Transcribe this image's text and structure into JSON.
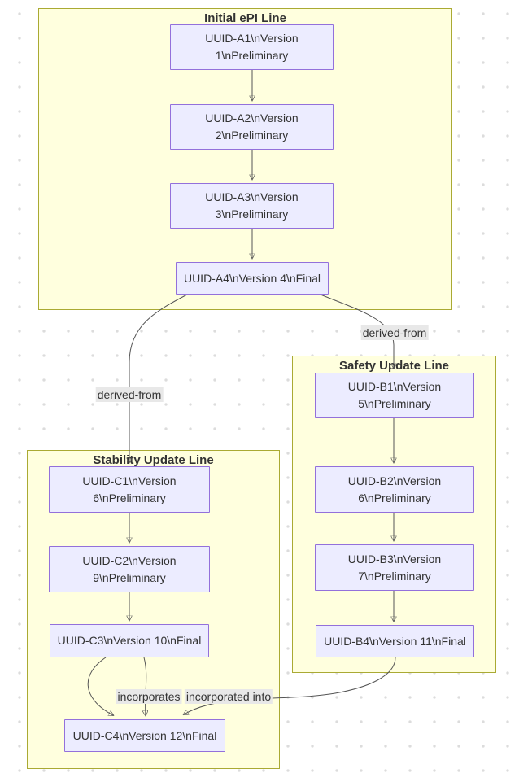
{
  "diagram": {
    "type": "flowchart",
    "clusters": {
      "initial": {
        "title": "Initial ePI Line"
      },
      "safety": {
        "title": "Safety Update Line"
      },
      "stability": {
        "title": "Stability Update Line"
      }
    },
    "nodes": {
      "a1": {
        "label": "UUID-A1\\nVersion 1\\nPreliminary"
      },
      "a2": {
        "label": "UUID-A2\\nVersion 2\\nPreliminary"
      },
      "a3": {
        "label": "UUID-A3\\nVersion 3\\nPreliminary"
      },
      "a4": {
        "label": "UUID-A4\\nVersion 4\\nFinal"
      },
      "b1": {
        "label": "UUID-B1\\nVersion 5\\nPreliminary"
      },
      "b2": {
        "label": "UUID-B2\\nVersion 6\\nPreliminary"
      },
      "b3": {
        "label": "UUID-B3\\nVersion 7\\nPreliminary"
      },
      "b4": {
        "label": "UUID-B4\\nVersion 11\\nFinal"
      },
      "c1": {
        "label": "UUID-C1\\nVersion 6\\nPreliminary"
      },
      "c2": {
        "label": "UUID-C2\\nVersion 9\\nPreliminary"
      },
      "c3": {
        "label": "UUID-C3\\nVersion 10\\nFinal"
      },
      "c4": {
        "label": "UUID-C4\\nVersion 12\\nFinal"
      }
    },
    "edge_labels": {
      "derived_from_left": "derived-from",
      "derived_from_right": "derived-from",
      "incorporates": "incorporates",
      "incorporated_into": "incorporated into"
    },
    "colors": {
      "node_fill": "#ECECFF",
      "node_border": "#9370DB",
      "cluster_fill": "#FFFFDE",
      "cluster_border": "#AAAA33",
      "edge_stroke": "#555555",
      "edge_label_bg": "#E8E8E8",
      "text": "#333333",
      "background_dot": "#DCDCDC"
    }
  }
}
